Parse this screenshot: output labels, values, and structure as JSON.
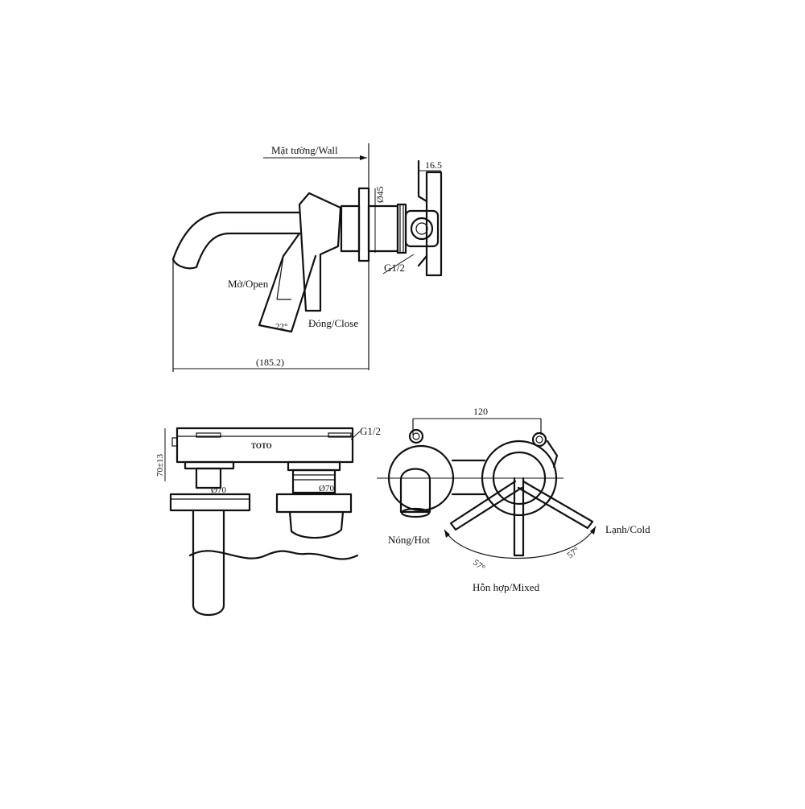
{
  "side_view": {
    "wall_label": "Mặt tường/Wall",
    "dim_16_5": "16.5",
    "dim_diameter_45": "Ø45",
    "thread": "G1/2",
    "open_label": "Mở/Open",
    "angle_22": "22°",
    "close_label": "Đóng/Close",
    "dim_185_2": "(185.2)"
  },
  "section_view": {
    "thread": "G1/2",
    "brand": "TOTO",
    "dim_70_13": "70±13",
    "plate_left_dia": "Ø70",
    "plate_right_dia": "Ø70"
  },
  "front_view": {
    "dim_120": "120",
    "hot_label": "Nóng/Hot",
    "cold_label": "Lạnh/Cold",
    "angle_left": "57°",
    "angle_right": "57°",
    "mixed_label": "Hỗn hợp/Mixed"
  }
}
